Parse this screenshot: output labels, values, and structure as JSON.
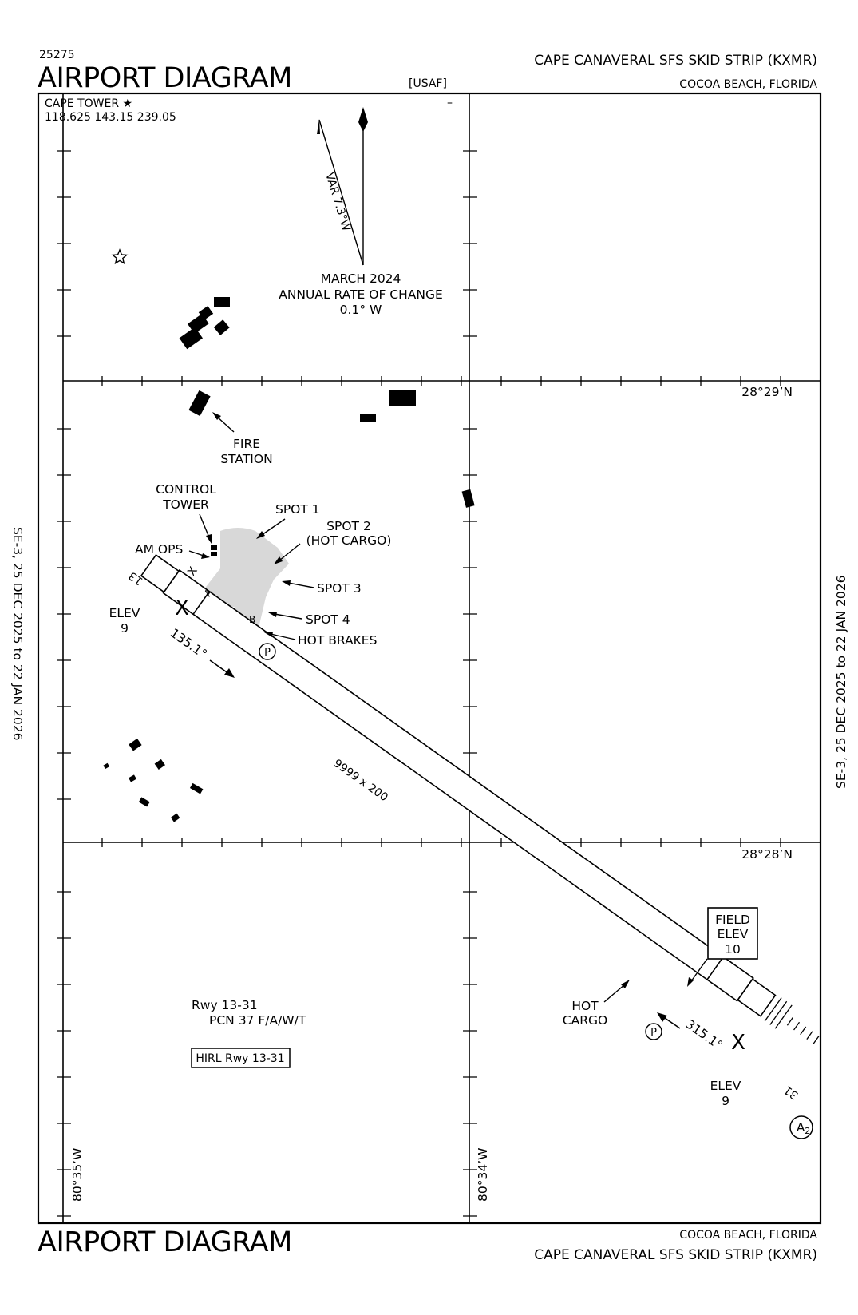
{
  "header": {
    "procedure_number": "25275",
    "title": "AIRPORT DIAGRAM",
    "agency": "[USAF]",
    "airport_name": "CAPE CANAVERAL SFS SKID STRIP  (KXMR)",
    "city_state": "COCOA BEACH, FLORIDA"
  },
  "footer": {
    "title": "AIRPORT DIAGRAM",
    "city_state": "COCOA BEACH, FLORIDA",
    "airport_name": "CAPE CANAVERAL SFS SKID STRIP  (KXMR)"
  },
  "side_margins": {
    "left": "SE-3,  25 DEC 2025  to  22 JAN 2026",
    "right": "SE-3,  25 DEC 2025  to  22 JAN 2026"
  },
  "comm": {
    "tower_name": "CAPE TOWER",
    "tower_symbol": "★",
    "frequencies": "118.625  143.15    239.05",
    "minus_mark": "–"
  },
  "magnetic": {
    "variation": "VAR 7.3°W",
    "epoch": "MARCH 2024",
    "rate_title": "ANNUAL RATE OF CHANGE",
    "rate_value": "0.1° W",
    "variation_degrees_west": 7.3
  },
  "grid_labels": {
    "lat_upper": "28°29’N",
    "lat_lower": "28°28’N",
    "lon_left": "80°35’W",
    "lon_right": "80°34’W"
  },
  "runway": {
    "designation_13": "13",
    "designation_31": "31",
    "dimensions": "9999 x 200",
    "heading_13": "135.1°",
    "heading_31": "315.1°",
    "elev_13_label": "ELEV",
    "elev_13_value": "9",
    "elev_31_label": "ELEV",
    "elev_31_value": "9",
    "closed_marker": "X"
  },
  "field_elev": {
    "line1": "FIELD",
    "line2": "ELEV",
    "value": "10"
  },
  "taxiways": {
    "x": "X",
    "a": "A",
    "b": "B"
  },
  "labels": {
    "fire_station_1": "FIRE",
    "fire_station_2": "STATION",
    "control_tower_1": "CONTROL",
    "control_tower_2": "TOWER",
    "am_ops": "AM OPS",
    "spot1": "SPOT 1",
    "spot2_1": "SPOT 2",
    "spot2_2": "(HOT CARGO)",
    "spot3": "SPOT 3",
    "spot4": "SPOT 4",
    "hot_brakes": "HOT BRAKES",
    "hot_cargo_1": "HOT",
    "hot_cargo_2": "CARGO",
    "parking_symbol": "P",
    "approach_light": "A",
    "approach_light_sub": "2"
  },
  "runway_info": {
    "line1": "Rwy 13-31",
    "line2": "PCN 37 F/A/W/T",
    "lighting": "HIRL Rwy 13-31"
  }
}
